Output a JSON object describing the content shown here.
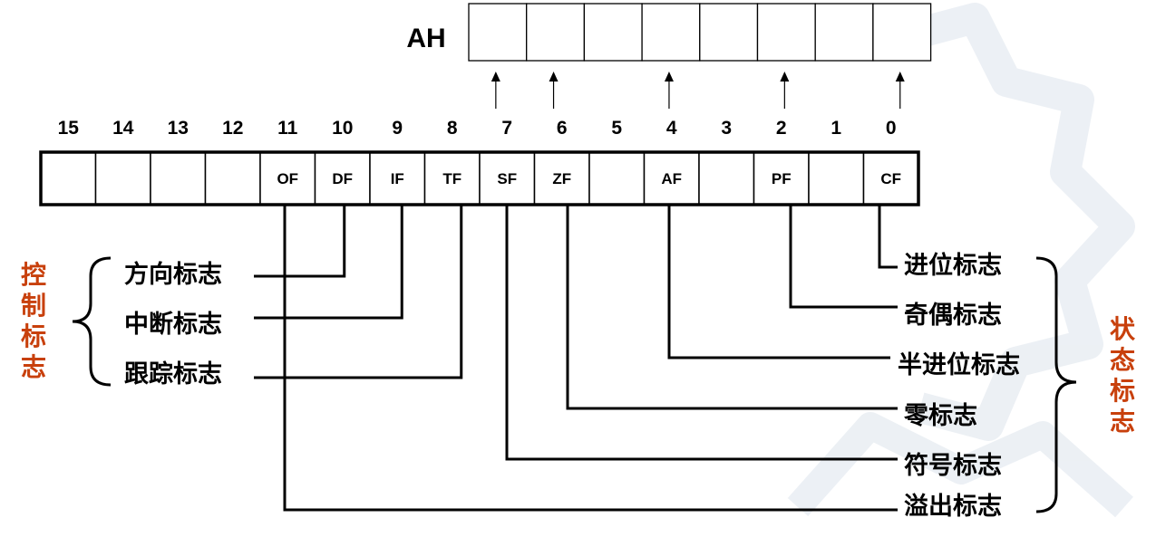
{
  "ah_register": {
    "label": "AH",
    "cell_count": 8,
    "arrow_bits": [
      7,
      6,
      4,
      2,
      0
    ]
  },
  "flags_register": {
    "bit_numbers": [
      "15",
      "14",
      "13",
      "12",
      "11",
      "10",
      "9",
      "8",
      "7",
      "6",
      "5",
      "4",
      "3",
      "2",
      "1",
      "0"
    ],
    "cells": [
      "",
      "",
      "",
      "",
      "OF",
      "DF",
      "IF",
      "TF",
      "SF",
      "ZF",
      "",
      "AF",
      "",
      "PF",
      "",
      "CF"
    ]
  },
  "control_flags": {
    "title_chars": [
      "控",
      "制",
      "标",
      "志"
    ],
    "items": [
      {
        "bit": 10,
        "name": "方向标志"
      },
      {
        "bit": 9,
        "name": "中断标志"
      },
      {
        "bit": 8,
        "name": "跟踪标志"
      }
    ]
  },
  "status_flags": {
    "title_chars": [
      "状",
      "态",
      "标",
      "志"
    ],
    "items": [
      {
        "bit": 0,
        "name": "进位标志"
      },
      {
        "bit": 2,
        "name": "奇偶标志"
      },
      {
        "bit": 4,
        "name": "半进位标志"
      },
      {
        "bit": 6,
        "name": "零标志"
      },
      {
        "bit": 7,
        "name": "符号标志"
      },
      {
        "bit": 11,
        "name": "溢出标志"
      }
    ]
  },
  "colors": {
    "group_title": "#c8400c",
    "lines": "#000000",
    "watermark": "#dde4ec"
  }
}
